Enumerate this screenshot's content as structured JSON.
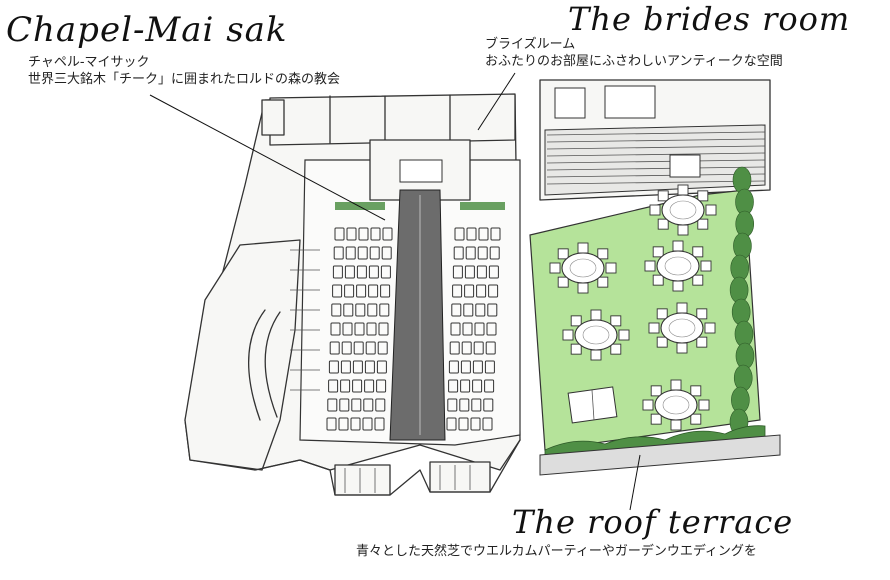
{
  "chapel": {
    "title": "Chapel-Mai sak",
    "kana": "チャペル-マイサック",
    "desc": "世界三大銘木「チーク」に囲まれたロルドの森の教会"
  },
  "brides": {
    "title": "The brides room",
    "kana": "ブライズルーム",
    "desc": "おふたりのお部屋にふさわしいアンティークな空間"
  },
  "terrace": {
    "title": "The roof terrace",
    "desc": "青々とした天然芝でウエルカムパーティーやガーデンウエディングを"
  },
  "colors": {
    "lawn": "#b5e39a",
    "hedge": "#4f8f45",
    "ink": "#333333",
    "brick": "#8a8a8a"
  }
}
